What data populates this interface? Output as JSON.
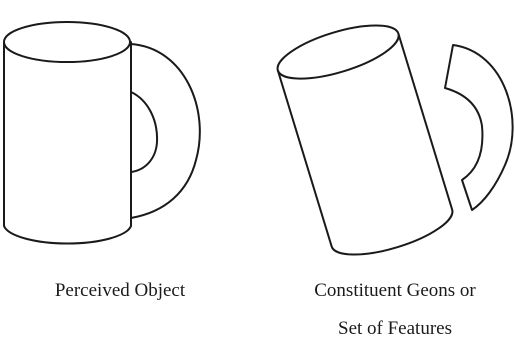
{
  "captions": {
    "perceived_object": "Perceived Object",
    "constituent_line1": "Constituent Geons or",
    "constituent_line2": "Set of Features"
  },
  "colors": {
    "stroke": "#1a1a1a",
    "fill": "#ffffff"
  }
}
